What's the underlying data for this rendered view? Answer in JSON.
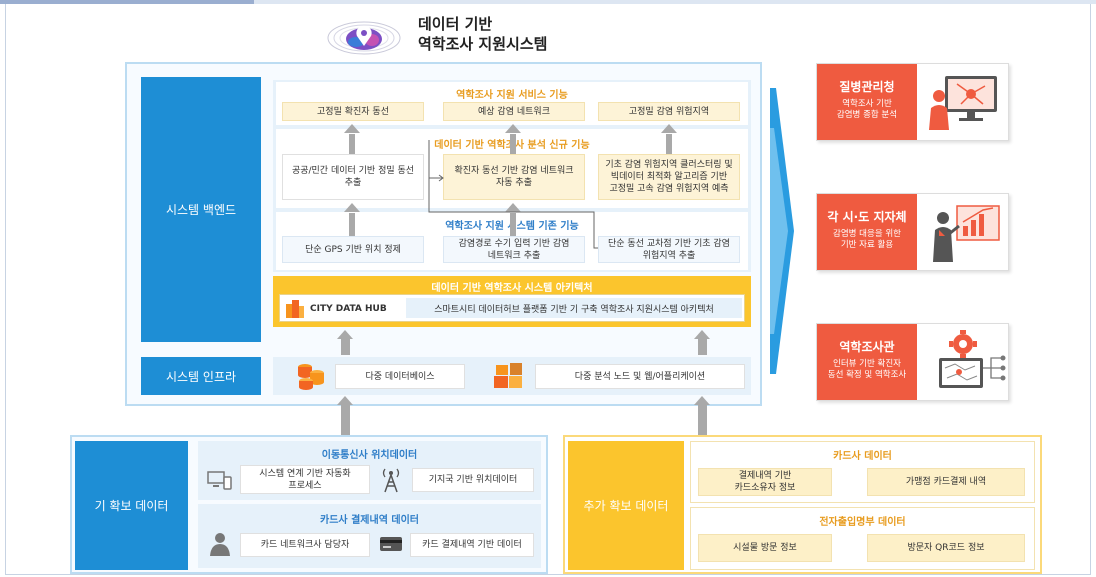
{
  "header": {
    "title": "데이터 기반\n역학조사 지원시스템"
  },
  "backend": {
    "label": "시스템 백엔드",
    "service": {
      "title": "역학조사 지원 서비스 기능",
      "items": [
        "고정밀 확진자 동선",
        "예상 감염 네트워크",
        "고정밀 감염 위험지역"
      ]
    },
    "analysis": {
      "title": "데이터 기반 역학조사 분석 신규 기능",
      "items": [
        "공공/민간 데이터 기반 정밀 동선\n추출",
        "확진자 동선 기반 감염 네트워크\n자동 추출",
        "기초 감염 위험지역 클러스터링 및\n빅데이터 최적화 알고리즘 기반\n고정밀 고속 감염 위험지역 예측"
      ]
    },
    "existing": {
      "title": "역학조사 지원 시스템 기존 기능",
      "items": [
        "단순 GPS 기반 위치 정제",
        "감염경로 수기 입력 기반 감염\n네트워크 추출",
        "단순 동선 교차점 기반 기초 감염\n위험지역 추출"
      ]
    },
    "architecture": {
      "title": "데이터 기반 역학조사 시스템 아키텍처",
      "hub_label": "CITY DATA HUB",
      "desc": "스마트시티 데이터허브 플랫폼 기반 기 구축 역학조사 지원시스템 아키텍처"
    }
  },
  "infra": {
    "label": "시스템 인프라",
    "items": [
      "다중 데이터베이스",
      "다중 분석 노드 및 웹/어플리케이션"
    ]
  },
  "existing_data": {
    "label": "기 확보 데이터",
    "telecom": {
      "title": "이동통신사 위치데이터",
      "items": [
        "시스템 연계 기반 자동화\n프로세스",
        "기지국 기반 위치데이터"
      ]
    },
    "card": {
      "title": "카드사 결제내역 데이터",
      "items": [
        "카드 네트워크사 담당자",
        "카드 결제내역 기반 데이터"
      ]
    }
  },
  "additional_data": {
    "label": "추가 확보 데이터",
    "card": {
      "title": "카드사 데이터",
      "items": [
        "결제내역 기반\n카드소유자 정보",
        "가맹점 카드결제 내역"
      ]
    },
    "entry": {
      "title": "전자출입명부 데이터",
      "items": [
        "시설물 방문 정보",
        "방문자 QR코드 정보"
      ]
    }
  },
  "users": [
    {
      "title": "질병관리청",
      "desc": "역학조사 기반\n감염병 종합 분석"
    },
    {
      "title": "각 시·도 지자체",
      "desc": "감염병 대응을 위한\n기반 자료 활용"
    },
    {
      "title": "역학조사관",
      "desc": "인터뷰 기반 확진자\n동선 확정 및 역학조사"
    }
  ],
  "colors": {
    "blue": "#1e8ed5",
    "orange_title": "#e89c1f",
    "yellow": "#fbc52d",
    "red": "#ef5b40"
  }
}
